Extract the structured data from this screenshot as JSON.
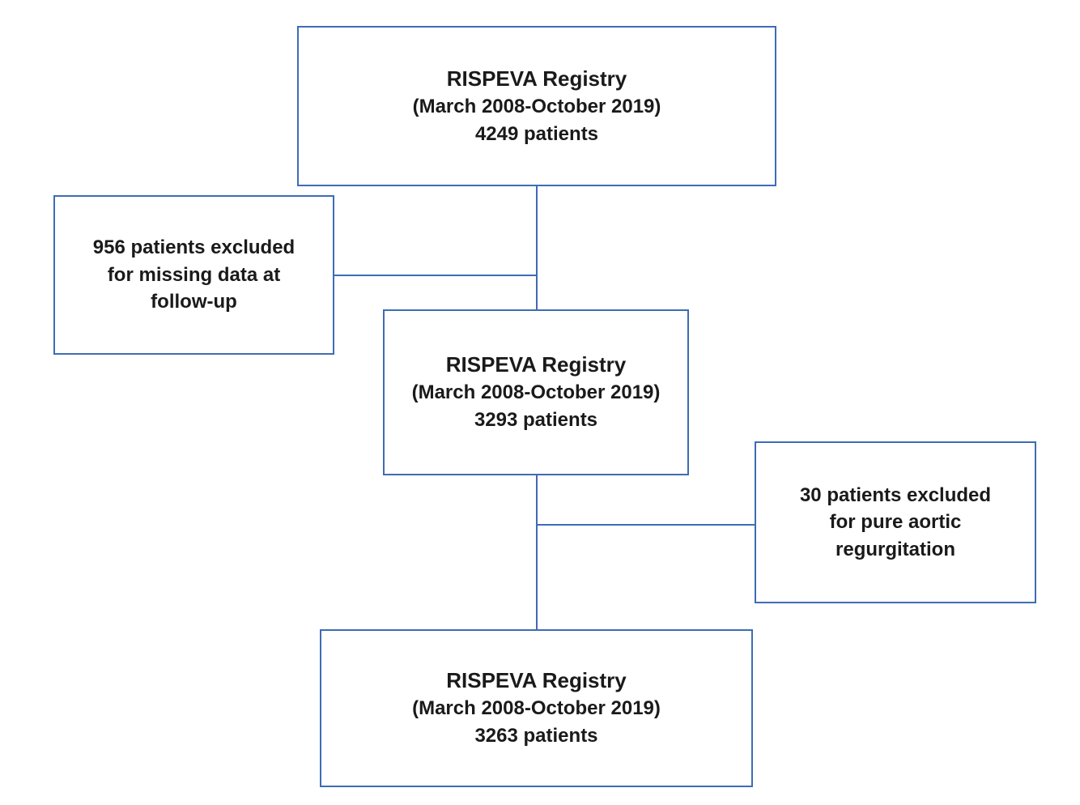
{
  "diagram": {
    "accent_color": "#3e6cb5",
    "text_color": "#1a1a1a",
    "boxes": {
      "top": {
        "title": "RISPEVA Registry",
        "subtitle": "(March 2008-October 2019)",
        "count": "4249 patients"
      },
      "excluded_left": {
        "lines": [
          "956 patients excluded",
          "for missing data at",
          "follow-up"
        ]
      },
      "middle": {
        "title": "RISPEVA Registry",
        "subtitle": "(March 2008-October 2019)",
        "count": "3293 patients"
      },
      "excluded_right": {
        "lines": [
          "30 patients excluded",
          "for pure aortic",
          "regurgitation"
        ]
      },
      "bottom": {
        "title": "RISPEVA Registry",
        "subtitle": "(March 2008-October 2019)",
        "count": "3263 patients"
      }
    }
  }
}
